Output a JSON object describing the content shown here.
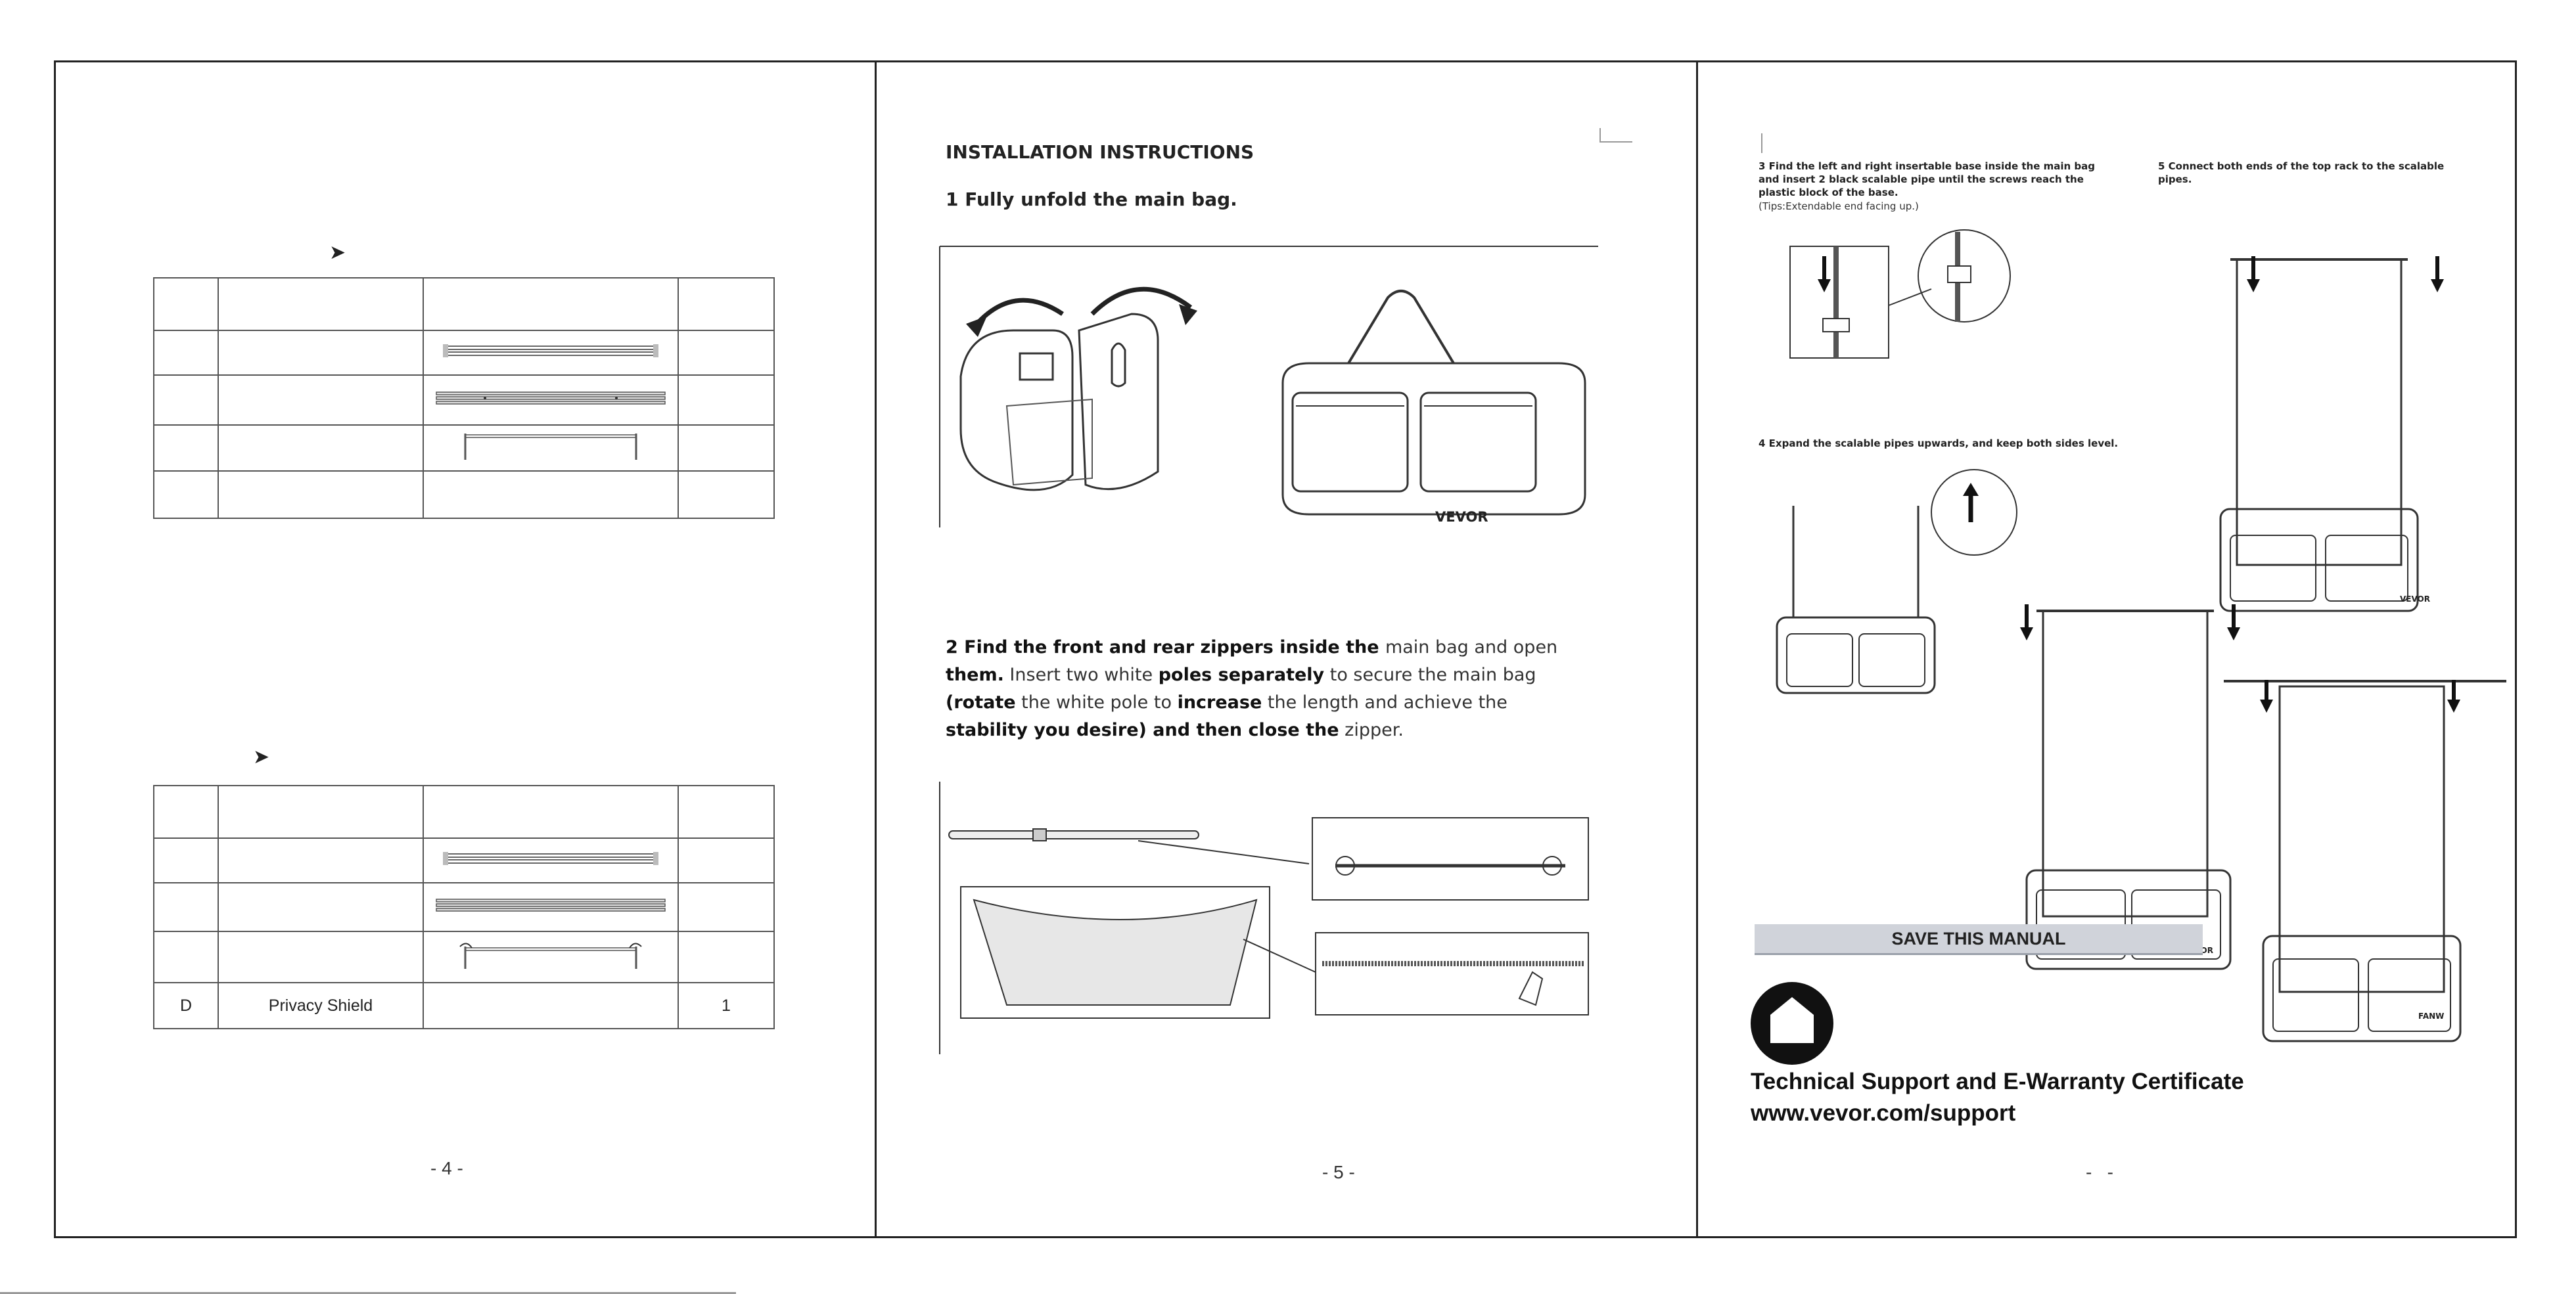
{
  "page4": {
    "parts_table_2": {
      "row_d_label": "D",
      "row_d_name": "Privacy Shield",
      "row_d_qty": "1"
    },
    "page_number": "- 4 -"
  },
  "page5": {
    "title": "INSTALLATION INSTRUCTIONS",
    "step1": "1 Fully unfold the main bag.",
    "step2_segments": [
      {
        "t": "2 Find the front and rear zippers inside the ",
        "b": true
      },
      {
        "t": "main bag and open ",
        "b": false
      },
      {
        "t": "them.",
        "b": true
      },
      {
        "t": " Insert two white ",
        "b": false
      },
      {
        "t": "poles separately",
        "b": true
      },
      {
        "t": " to secure the main bag ",
        "b": false
      },
      {
        "t": "(rotate",
        "b": true
      },
      {
        "t": " the white pole to ",
        "b": false
      },
      {
        "t": "increase",
        "b": true
      },
      {
        "t": " the length and achieve the ",
        "b": false
      },
      {
        "t": "stability you desire) and then close the",
        "b": true
      },
      {
        "t": " zipper.",
        "b": false
      }
    ],
    "bag_brand": "VEVOR",
    "page_number": "- 5 -"
  },
  "page6": {
    "step3": "3 Find the left and right insertable base inside the main bag and insert 2 black scalable pipe until the screws reach the plastic block of the base.",
    "step3_tips": "(Tips:Extendable end facing up.)",
    "step4": "4 Expand the scalable pipes upwards, and keep both sides level.",
    "step5": "5 Connect both ends of the top rack to the scalable pipes.",
    "save_manual": "SAVE THIS MANUAL",
    "support_line1": "Technical Support and E-Warranty Certificate",
    "support_line2": "www.vevor.com/support",
    "bag_brand": "VEVOR",
    "bag_brand_alt": "FANW",
    "page_number": "-   -"
  }
}
